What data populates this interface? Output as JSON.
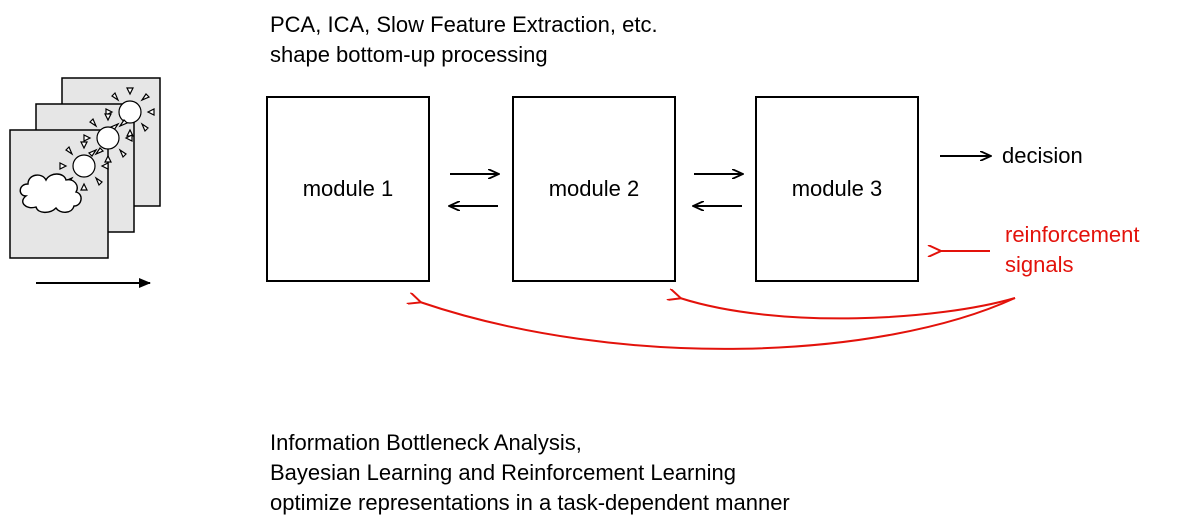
{
  "captions": {
    "top": [
      "PCA, ICA, Slow Feature Extraction, etc.",
      "shape bottom-up processing"
    ],
    "bottom": [
      "Information Bottleneck Analysis,",
      "Bayesian Learning and Reinforcement Learning",
      "optimize representations in a task-dependent manner"
    ]
  },
  "modules": [
    {
      "label": "module 1"
    },
    {
      "label": "module 2"
    },
    {
      "label": "module 3"
    }
  ],
  "outputs": {
    "decision": "decision",
    "reinforcement": [
      "reinforcement",
      "signals"
    ]
  },
  "colors": {
    "stroke": "#000000",
    "reinforcement": "#e3120b",
    "frame_fill": "#e6e6e6"
  },
  "icons": [
    "image-frame-stack-icon",
    "sun-icon",
    "cloud-icon",
    "time-arrow-icon"
  ]
}
